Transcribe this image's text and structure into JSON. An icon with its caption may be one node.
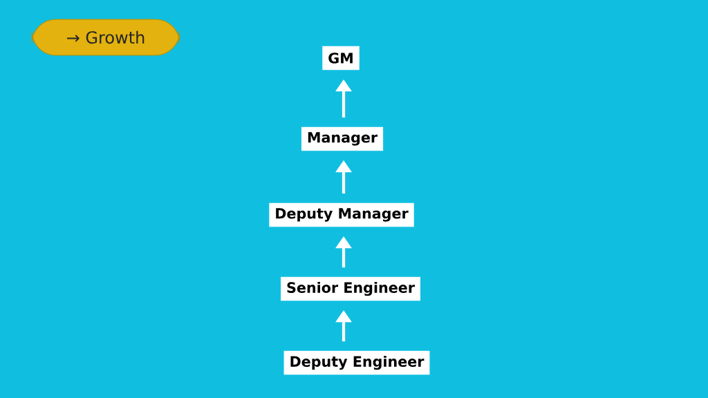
{
  "diagram": {
    "nodes": [
      {
        "text": [
          "→ Growth"
        ]
      },
      {
        "text": [
          "GM"
        ]
      },
      {
        "text": [
          "Manager"
        ]
      },
      {
        "text": [
          "Deputy Manager"
        ]
      },
      {
        "text": [
          "Senior Engineer"
        ]
      },
      {
        "text": [
          "Deputy Engineer"
        ]
      }
    ],
    "edges": [
      {
        "from": 5,
        "to": 4,
        "arrow": "to"
      },
      {
        "from": 4,
        "to": 3,
        "arrow": "to"
      },
      {
        "from": 3,
        "to": 2,
        "arrow": "to"
      },
      {
        "from": 2,
        "to": 1,
        "arrow": "to"
      }
    ]
  }
}
